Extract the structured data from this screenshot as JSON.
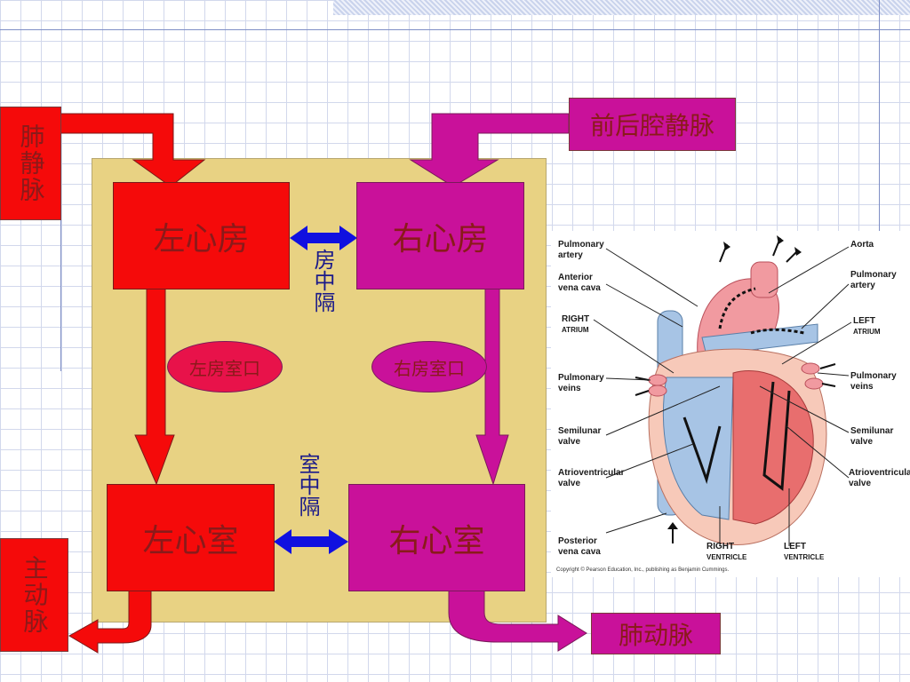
{
  "labels": {
    "pulmonary_vein": "肺静脉",
    "vena_cava": "前后腔静脉",
    "aorta": "主动脉",
    "pulmonary_artery": "肺动脉"
  },
  "chambers": {
    "left_atrium": "左心房",
    "right_atrium": "右心房",
    "left_ventricle": "左心室",
    "right_ventricle": "右心室"
  },
  "septa": {
    "atrial": "房中隔",
    "ventricular": "室中隔"
  },
  "valves": {
    "left": "左房室口",
    "right": "右房室口"
  },
  "heart_figure": {
    "labels_left": [
      "Pulmonary artery",
      "Anterior vena cava",
      "RIGHT ATRIUM",
      "Pulmonary veins",
      "Semilunar valve",
      "Atrioventricular valve",
      "Posterior vena cava"
    ],
    "labels_right": [
      "Aorta",
      "Pulmonary artery",
      "LEFT ATRIUM",
      "Pulmonary veins",
      "Semilunar valve",
      "Atrioventricular valve"
    ],
    "labels_bottom": [
      "RIGHT VENTRICLE",
      "LEFT VENTRICLE"
    ],
    "copyright": "Copyright © Pearson Education, Inc., publishing as Benjamin Cummings."
  },
  "colors": {
    "red": "#f50a0a",
    "magenta": "#c9119a",
    "tan": "#e8d283",
    "blue_arrow": "#1010e0"
  }
}
